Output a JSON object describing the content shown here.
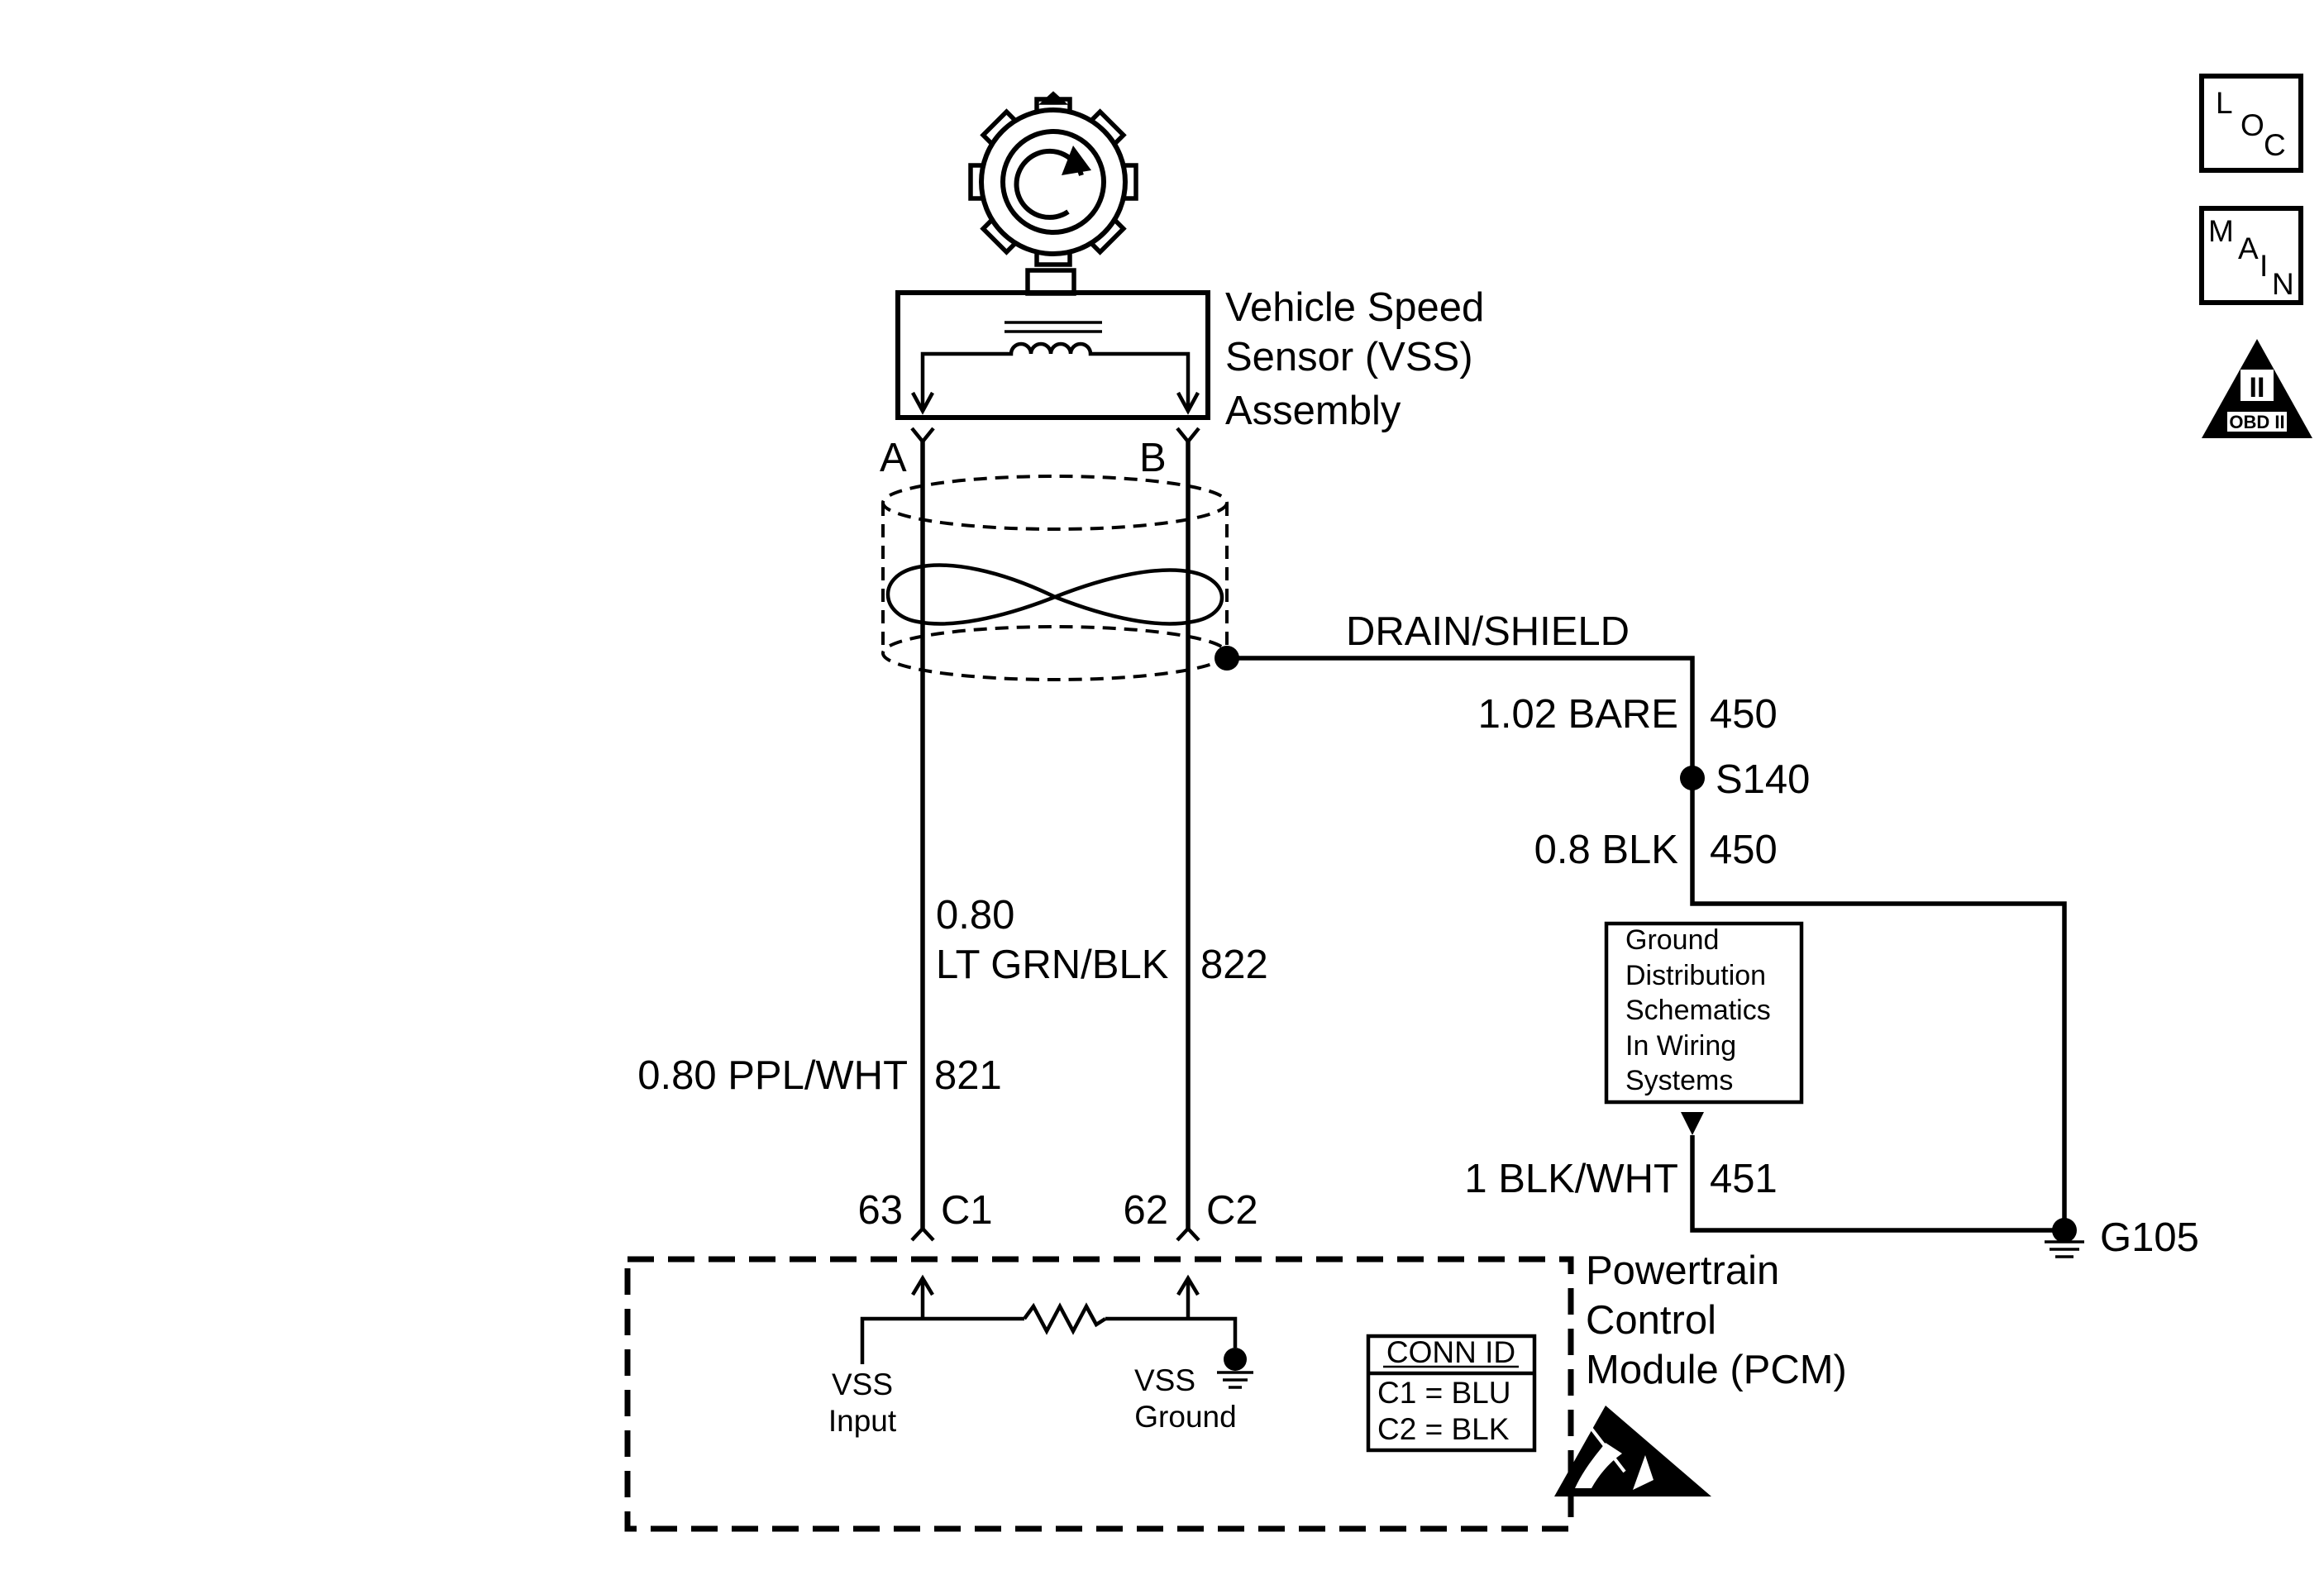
{
  "sensor": {
    "name_line1": "Vehicle Speed",
    "name_line2": "Sensor (VSS)",
    "name_line3": "Assembly",
    "terminal_a": "A",
    "terminal_b": "B"
  },
  "shield": {
    "label": "DRAIN/SHIELD",
    "wire_gauge_color": "1.02 BARE",
    "wire_circuit": "450",
    "splice": "S140",
    "wire2_gauge_color": "0.8 BLK",
    "wire2_circuit": "450"
  },
  "circuits": {
    "wire_a_gauge_color": "0.80 PPL/WHT",
    "wire_a_circuit": "821",
    "wire_b_gauge": "0.80",
    "wire_b_color": "LT GRN/BLK",
    "wire_b_circuit": "822"
  },
  "ground_note": {
    "line1": "Ground",
    "line2": "Distribution",
    "line3": "Schematics",
    "line4": "In Wiring",
    "line5": "Systems",
    "wire_gauge_color": "1 BLK/WHT",
    "wire_circuit": "451",
    "ground_id": "G105"
  },
  "connectors": {
    "pin_a": "63",
    "conn_a": "C1",
    "pin_b": "62",
    "conn_b": "C2"
  },
  "pcm": {
    "name_line1": "Powertrain",
    "name_line2": "Control",
    "name_line3": "Module (PCM)",
    "input_line1": "VSS",
    "input_line2": "Input",
    "ground_line1": "VSS",
    "ground_line2": "Ground",
    "conn_id_title": "CONN ID",
    "conn_id_row1": "C1  =  BLU",
    "conn_id_row2": "C2  =  BLK"
  },
  "side_icons": {
    "loc_letters": [
      "L",
      "O",
      "C"
    ],
    "main_letters": [
      "M",
      "A",
      "I",
      "N"
    ],
    "obd_numeral": "II",
    "obd_label": "OBD II"
  },
  "icons": [
    "loc-icon",
    "main-icon",
    "obd-ii-icon",
    "esd-warning-icon",
    "ground-symbol-icon",
    "rotor-icon",
    "resistor-icon"
  ]
}
